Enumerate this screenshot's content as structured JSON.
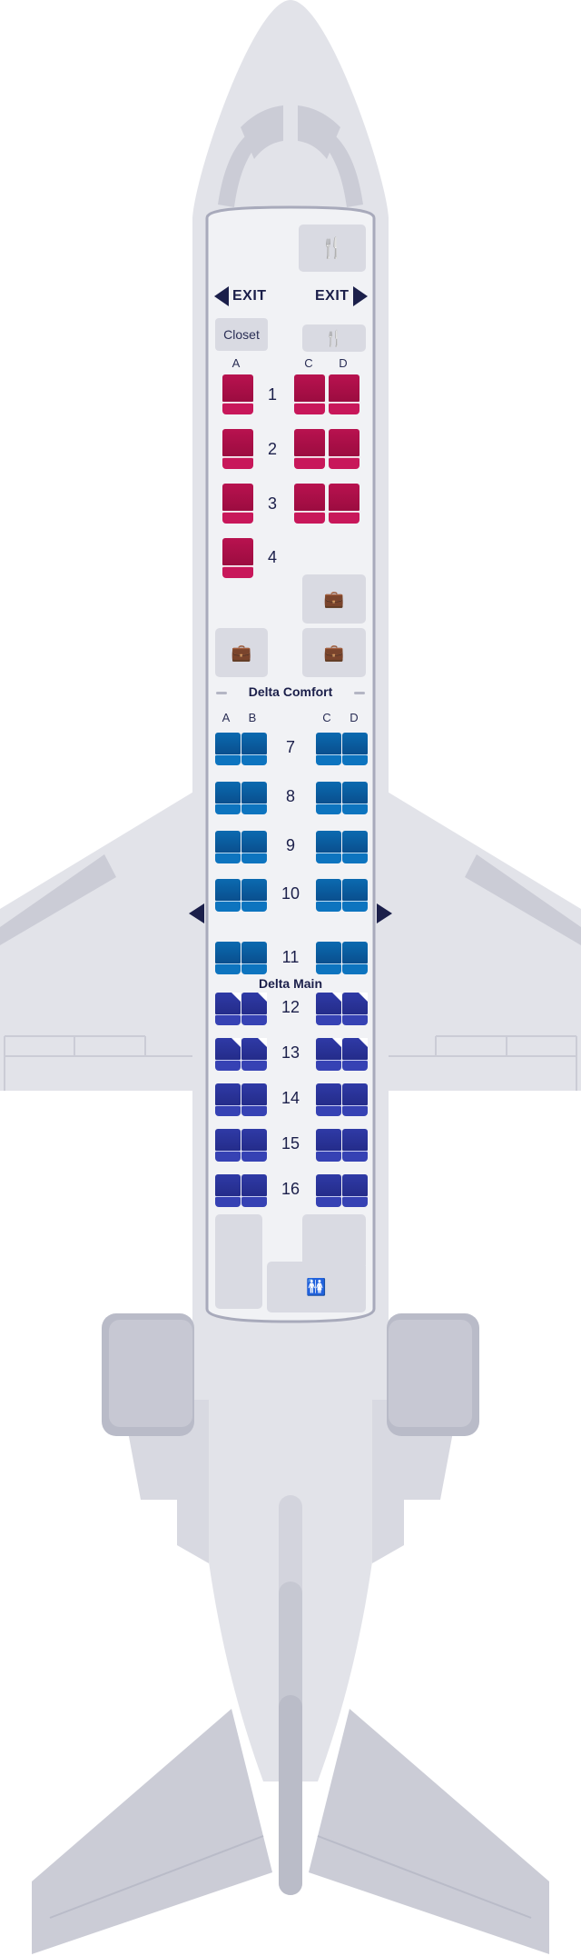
{
  "exits": {
    "left_label": "EXIT",
    "right_label": "EXIT"
  },
  "galley": {
    "closet_label": "Closet",
    "utensils_icon": "fork-knife-icon",
    "bag_icon": "luggage-icon",
    "lavatory_icon": "restroom-icon"
  },
  "first_class": {
    "columns": [
      "A",
      "C",
      "D"
    ],
    "rows": [
      {
        "number": "1",
        "seats": [
          "A",
          "C",
          "D"
        ]
      },
      {
        "number": "2",
        "seats": [
          "A",
          "C",
          "D"
        ]
      },
      {
        "number": "3",
        "seats": [
          "A",
          "C",
          "D"
        ]
      },
      {
        "number": "4",
        "seats": [
          "A"
        ]
      }
    ],
    "color": "#b8124f"
  },
  "comfort": {
    "title": "Delta Comfort",
    "columns": [
      "A",
      "B",
      "C",
      "D"
    ],
    "rows": [
      "7",
      "8",
      "9",
      "10",
      "11"
    ],
    "color": "#0b6ab0"
  },
  "main": {
    "title": "Delta Main",
    "rows": [
      "12",
      "13",
      "14",
      "15",
      "16"
    ],
    "preferred_rows": [
      "12",
      "13"
    ],
    "color": "#2f3aa6"
  }
}
